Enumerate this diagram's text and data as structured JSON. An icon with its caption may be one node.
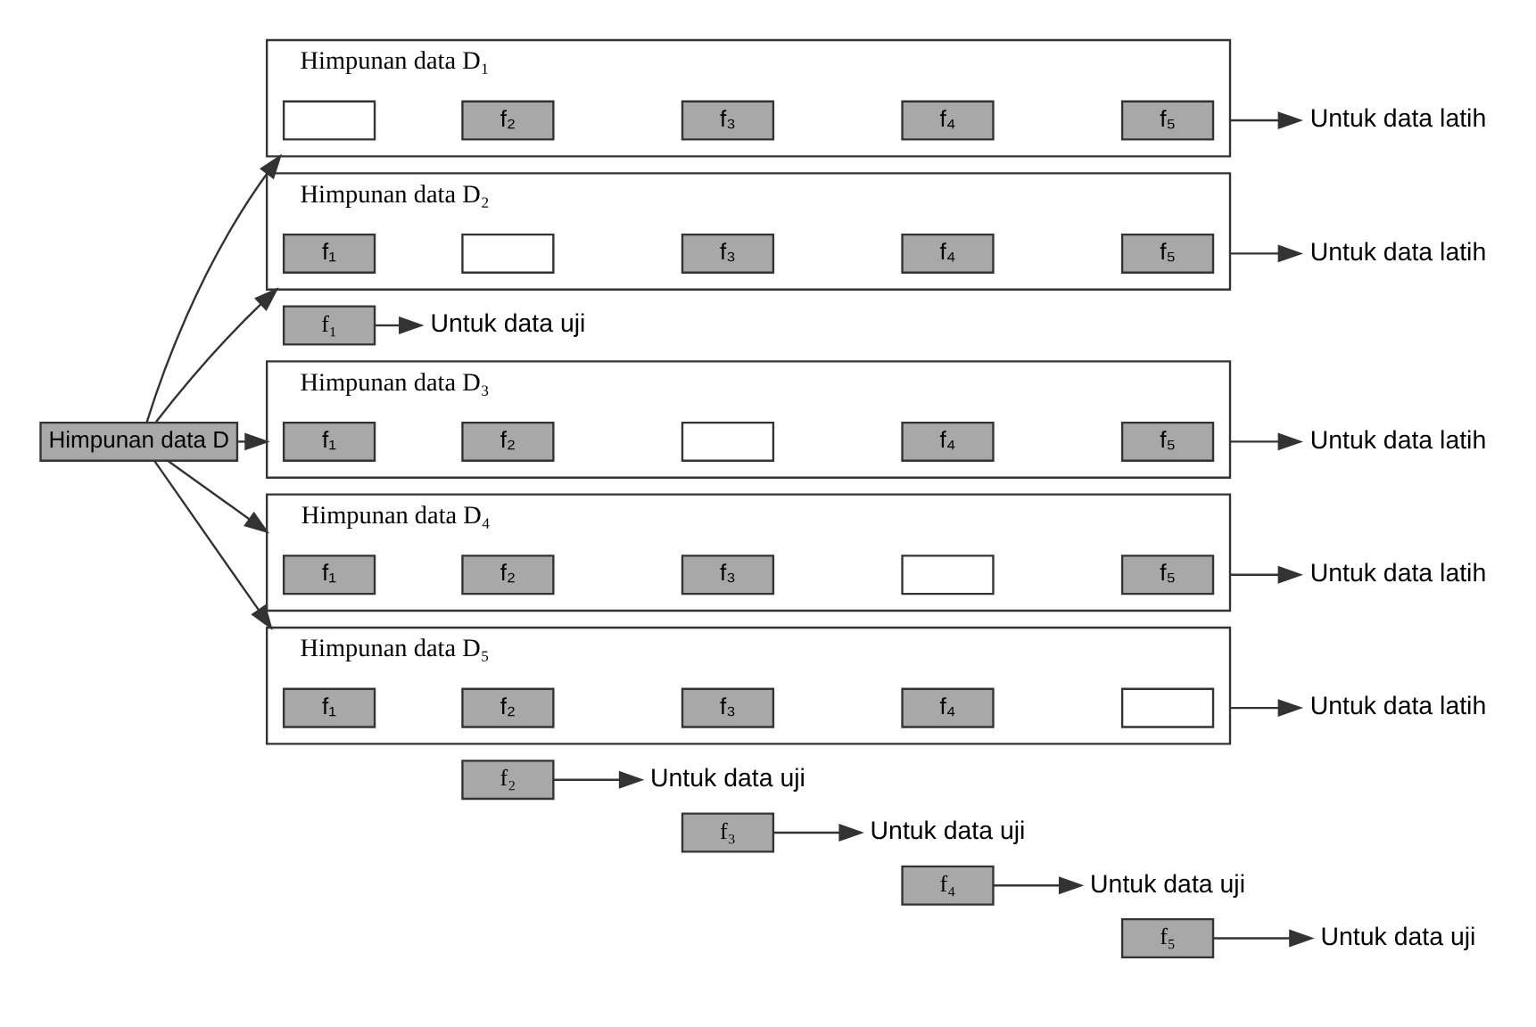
{
  "diagram": {
    "nodes": [
      {
        "text": [
          "Himpunan data D"
        ]
      },
      {
        "text": [
          "Himpunan data D₁"
        ]
      },
      {
        "text": [],
        "shape": "box",
        "in": 1
      },
      {
        "text": [
          "f₂"
        ],
        "in": 1
      },
      {
        "text": [
          "f₃"
        ],
        "in": 1
      },
      {
        "text": [
          "f₄"
        ],
        "in": 1
      },
      {
        "text": [
          "f₅"
        ],
        "in": 1
      },
      {
        "text": [
          "Untuk data latih"
        ]
      },
      {
        "text": [
          "f₁"
        ]
      },
      {
        "text": [
          "Untuk data uji"
        ]
      },
      {
        "text": [
          "Himpunan data D₂"
        ]
      },
      {
        "text": [
          "f₁"
        ],
        "in": 10
      },
      {
        "text": [],
        "shape": "box",
        "in": 10
      },
      {
        "text": [
          "f₃"
        ],
        "in": 10
      },
      {
        "text": [
          "f₄"
        ],
        "in": 10
      },
      {
        "text": [
          "f₅"
        ],
        "in": 10
      },
      {
        "text": [
          "Untuk data latih"
        ]
      },
      {
        "text": [
          "f₂"
        ]
      },
      {
        "text": [
          "Untuk data uji"
        ]
      },
      {
        "text": [
          "Himpunan data D₃"
        ]
      },
      {
        "text": [
          "f₁"
        ],
        "in": 19
      },
      {
        "text": [
          "f₂"
        ],
        "in": 19
      },
      {
        "text": [],
        "shape": "box",
        "in": 19
      },
      {
        "text": [
          "f₄"
        ],
        "in": 19
      },
      {
        "text": [
          "f₅"
        ],
        "in": 19
      },
      {
        "text": [
          "Untuk data latih"
        ]
      },
      {
        "text": [
          "f₃"
        ]
      },
      {
        "text": [
          "Untuk data uji"
        ]
      },
      {
        "text": [
          "Himpunan data D₄"
        ]
      },
      {
        "text": [
          "f₁"
        ],
        "in": 28
      },
      {
        "text": [
          "f₂"
        ],
        "in": 28
      },
      {
        "text": [
          "f₃"
        ],
        "in": 28
      },
      {
        "text": [],
        "shape": "box",
        "in": 28
      },
      {
        "text": [
          "f₅"
        ],
        "in": 28
      },
      {
        "text": [
          "Untuk data latih"
        ]
      },
      {
        "text": [
          "f₄"
        ]
      },
      {
        "text": [
          "Untuk data uji"
        ]
      },
      {
        "text": [
          "Himpunan data D₅"
        ]
      },
      {
        "text": [
          "f₁"
        ],
        "in": 37
      },
      {
        "text": [
          "f₂"
        ],
        "in": 37
      },
      {
        "text": [
          "f₃"
        ],
        "in": 37
      },
      {
        "text": [
          "f₄"
        ],
        "in": 37
      },
      {
        "text": [],
        "shape": "box",
        "in": 37
      },
      {
        "text": [
          "Untuk data latih"
        ]
      },
      {
        "text": [
          "f₅"
        ]
      },
      {
        "text": [
          "Untuk data uji"
        ]
      }
    ],
    "edges": [
      {
        "from": 0,
        "to": 1,
        "arrow": "to"
      },
      {
        "from": 1,
        "to": 7,
        "arrow": "to"
      },
      {
        "from": 8,
        "to": 9,
        "arrow": "to"
      },
      {
        "from": 0,
        "to": 10,
        "arrow": "to"
      },
      {
        "from": 10,
        "to": 16,
        "arrow": "to"
      },
      {
        "from": 17,
        "to": 18,
        "arrow": "to"
      },
      {
        "from": 0,
        "to": 19,
        "arrow": "to"
      },
      {
        "from": 19,
        "to": 25,
        "arrow": "to"
      },
      {
        "from": 26,
        "to": 27,
        "arrow": "to"
      },
      {
        "from": 0,
        "to": 28,
        "arrow": "to"
      },
      {
        "from": 28,
        "to": 34,
        "arrow": "to"
      },
      {
        "from": 35,
        "to": 36,
        "arrow": "to"
      },
      {
        "from": 0,
        "to": 37,
        "arrow": "to"
      },
      {
        "from": 37,
        "to": 43,
        "arrow": "to"
      },
      {
        "from": 44,
        "to": 45,
        "arrow": "to"
      }
    ]
  }
}
